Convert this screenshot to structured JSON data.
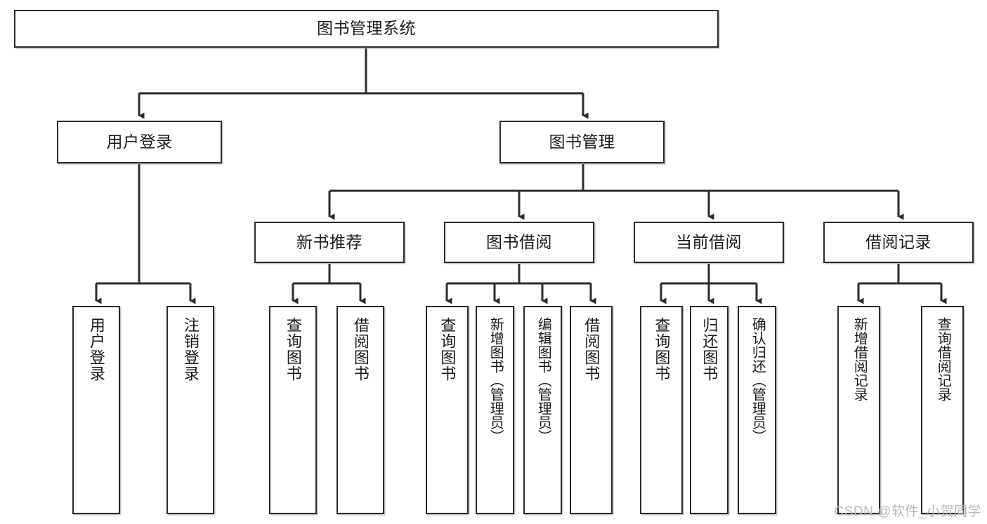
{
  "diagram": {
    "type": "tree-hierarchy-chart",
    "title": "图书管理系统",
    "watermark": "CSDN @软件_小贺同学",
    "colors": {
      "background": "#ffffff",
      "box_border": "#2b2b2b",
      "box_fill": "#ffffff",
      "connector": "#2b2b2b",
      "text": "#1a1a1a",
      "watermark": "#b9b9b9"
    },
    "root": {
      "id": "root",
      "label": "图书管理系统"
    },
    "level2": [
      {
        "id": "user-login",
        "label": "用户登录"
      },
      {
        "id": "book-management",
        "label": "图书管理"
      }
    ],
    "level3": [
      {
        "id": "new-book-recommend",
        "label": "新书推荐",
        "parent": "book-management"
      },
      {
        "id": "book-borrow",
        "label": "图书借阅",
        "parent": "book-management"
      },
      {
        "id": "current-borrow",
        "label": "当前借阅",
        "parent": "book-management"
      },
      {
        "id": "borrow-record",
        "label": "借阅记录",
        "parent": "book-management"
      }
    ],
    "leaves": [
      {
        "id": "leaf-user-login",
        "label": "用户登录",
        "parent": "user-login"
      },
      {
        "id": "leaf-logout-login",
        "label": "注销登录",
        "parent": "user-login"
      },
      {
        "id": "leaf-query-book-1",
        "label": "查询图书",
        "parent": "new-book-recommend"
      },
      {
        "id": "leaf-borrow-book-1",
        "label": "借阅图书",
        "parent": "new-book-recommend"
      },
      {
        "id": "leaf-query-book-2",
        "label": "查询图书",
        "parent": "book-borrow"
      },
      {
        "id": "leaf-add-book",
        "label": "新增图书（管理员）",
        "parent": "book-borrow"
      },
      {
        "id": "leaf-edit-book",
        "label": "编辑图书（管理员）",
        "parent": "book-borrow"
      },
      {
        "id": "leaf-borrow-book-2",
        "label": "借阅图书",
        "parent": "book-borrow"
      },
      {
        "id": "leaf-query-book-3",
        "label": "查询图书",
        "parent": "current-borrow"
      },
      {
        "id": "leaf-return-book",
        "label": "归还图书",
        "parent": "current-borrow"
      },
      {
        "id": "leaf-confirm-return",
        "label": "确认归还（管理员）",
        "parent": "current-borrow"
      },
      {
        "id": "leaf-add-record",
        "label": "新增借阅记录",
        "parent": "borrow-record"
      },
      {
        "id": "leaf-query-record",
        "label": "查询借阅记录",
        "parent": "borrow-record"
      }
    ]
  }
}
